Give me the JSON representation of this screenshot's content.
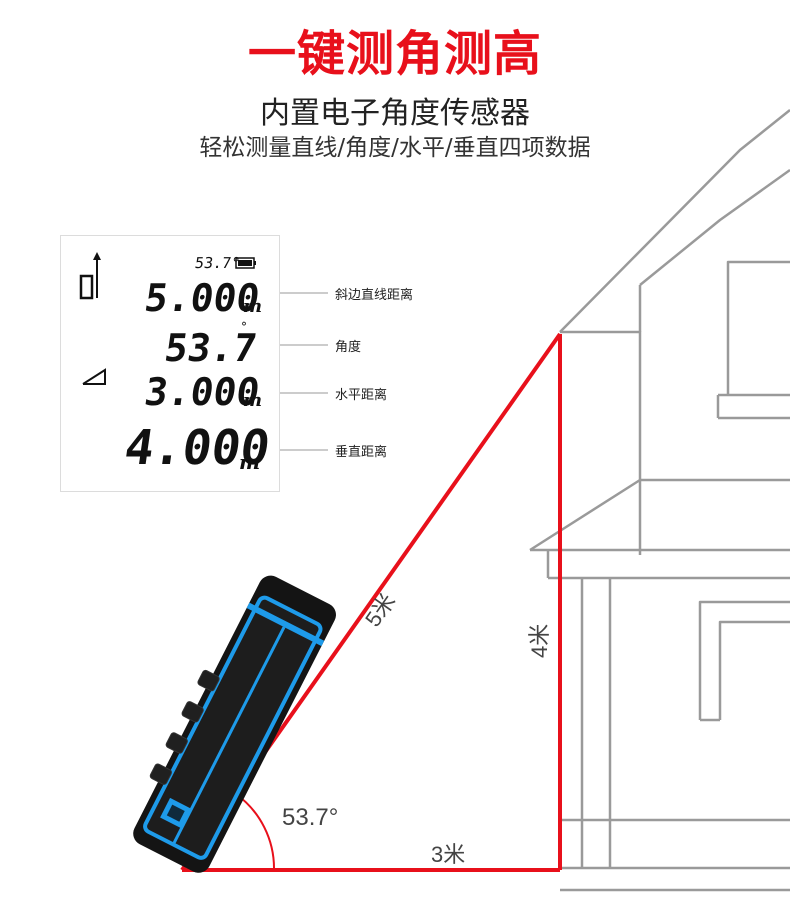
{
  "header": {
    "headline": "一键测角测高",
    "subtitle": "内置电子角度传感器",
    "description": "轻松测量直线/角度/水平/垂直四项数据"
  },
  "lcd": {
    "top_angle": "53.7°",
    "hypotenuse": "5.000",
    "hypotenuse_unit": "m",
    "angle": "53.7",
    "angle_unit": "°",
    "horizontal": "3.000",
    "horizontal_unit": "m",
    "vertical": "4.000",
    "vertical_unit": "m"
  },
  "callouts": {
    "hypotenuse": "斜边直线距离",
    "angle": "角度",
    "horizontal": "水平距离",
    "vertical": "垂直距离"
  },
  "diagram": {
    "hypotenuse_label": "5米",
    "vertical_label": "4米",
    "horizontal_label": "3米",
    "angle_label": "53.7°"
  },
  "colors": {
    "accent": "#e8101b",
    "device_body": "#1a1a1a",
    "device_trim": "#1e9bea",
    "sketch": "#9a9a9a"
  }
}
